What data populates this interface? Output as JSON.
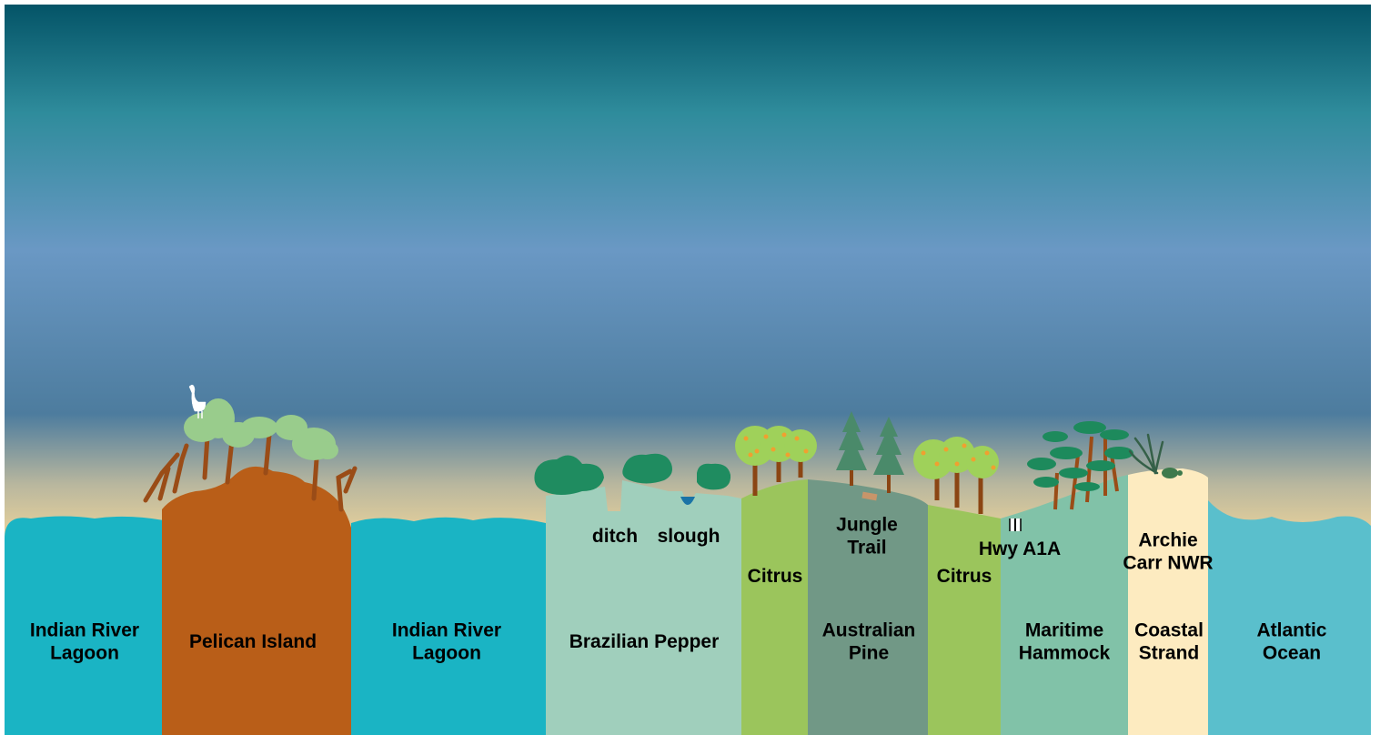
{
  "colors": {
    "sky_top": "#045467",
    "sky_mid": "#6a98c4",
    "sky_horizon": "#f6d99a",
    "lagoon": "#1ab4c4",
    "pelican_island": "#b95e18",
    "brazilian_pepper": "#a0cfbc",
    "citrus": "#9bc55c",
    "australian_pine": "#719886",
    "maritime_hammock": "#81c2a8",
    "coastal_strand": "#fdebc0",
    "atlantic_ocean": "#5abfcc",
    "mangrove_branch": "#9a4c17",
    "mangrove_canopy": "#99cc8c",
    "pepper_canopy": "#1f8c60",
    "hammock_canopy": "#1d8a5c",
    "pine_tree": "#4a8a6a",
    "citrus_canopy": "#9fd15a",
    "orange_fruit": "#f0a030",
    "ditch_water": "#1a73a6",
    "trunk": "#8b4513",
    "sea_grass": "#356048",
    "turtle": "#3e7a4c"
  },
  "icons": [
    "egret-icon",
    "pine-tree-icon",
    "citrus-tree-icon",
    "sea-oat-icon",
    "sea-turtle-icon",
    "road-marker-icon"
  ],
  "zones": {
    "indian_river_lagoon_west": "Indian River\nLagoon",
    "pelican_island": "Pelican Island",
    "indian_river_lagoon_east": "Indian River\nLagoon",
    "brazilian_pepper": "Brazilian Pepper",
    "citrus_west": "Citrus",
    "australian_pine": "Australian\nPine",
    "citrus_east": "Citrus",
    "maritime_hammock": "Maritime\nHammock",
    "coastal_strand": "Coastal\nStrand",
    "atlantic_ocean": "Atlantic\nOcean"
  },
  "features": {
    "ditch": "ditch",
    "slough": "slough",
    "jungle_trail": "Jungle\nTrail",
    "hwy_a1a": "Hwy A1A",
    "archie_carr": "Archie\nCarr NWR"
  }
}
